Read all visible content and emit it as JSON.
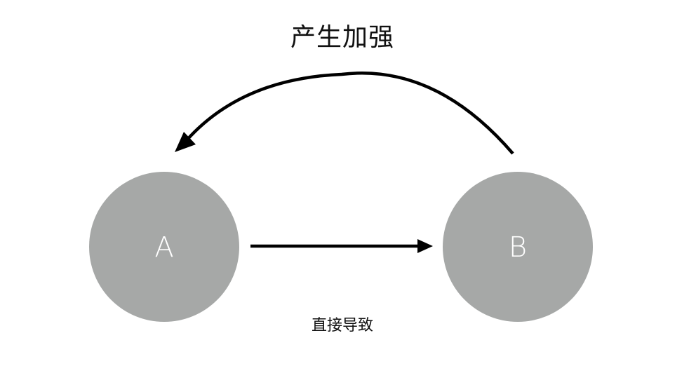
{
  "nodes": {
    "a": {
      "label": "A"
    },
    "b": {
      "label": "B"
    }
  },
  "edges": {
    "feedback": {
      "label": "产生加强"
    },
    "direct": {
      "label": "直接导致"
    }
  },
  "colors": {
    "node_fill": "#a6a8a7",
    "node_text": "#ffffff",
    "line": "#000000"
  }
}
